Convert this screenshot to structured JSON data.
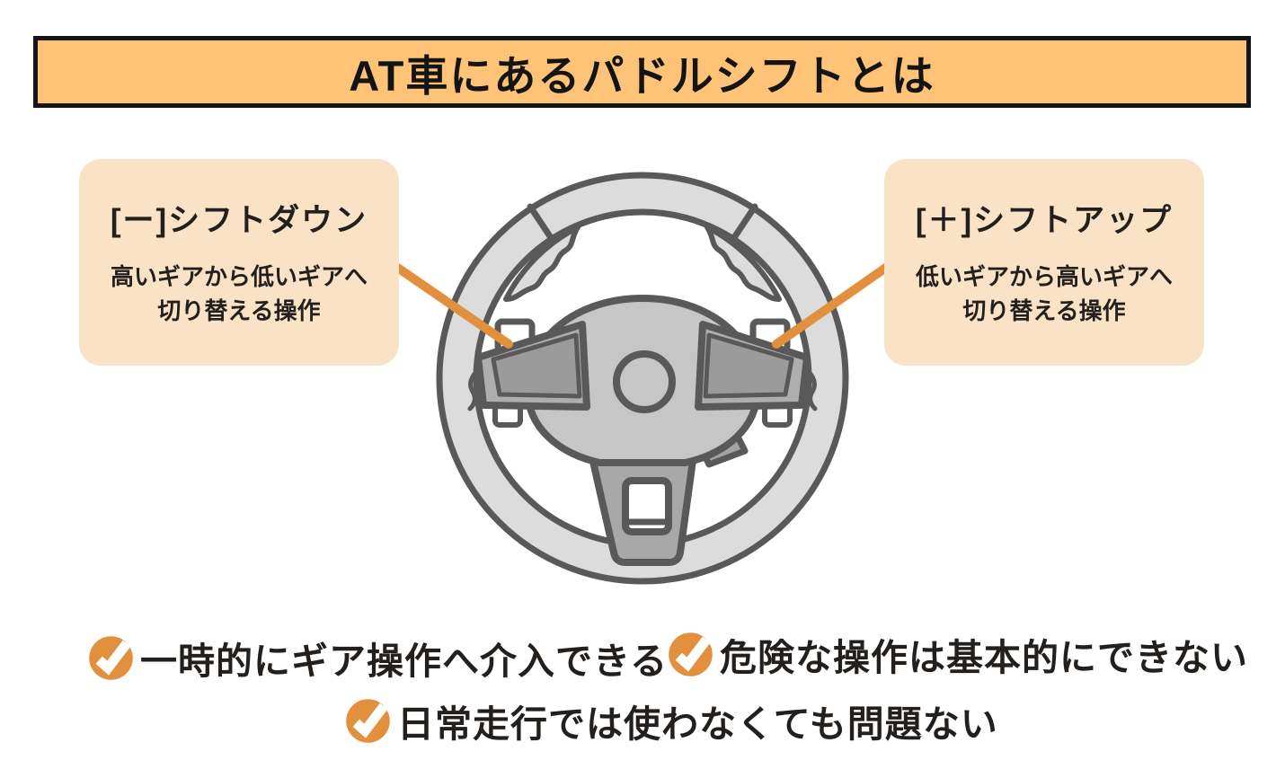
{
  "title": "AT車にあるパドルシフトとは",
  "callouts": {
    "left": {
      "heading": "[ー]シフトダウン",
      "body_line1": "高いギアから低いギアへ",
      "body_line2": "切り替える操作"
    },
    "right": {
      "heading": "[＋]シフトアップ",
      "body_line1": "低いギアから高いギアへ",
      "body_line2": "切り替える操作"
    }
  },
  "notes": [
    {
      "text": "一時的にギア操作へ介入できる"
    },
    {
      "text": "危険な操作は基本的にできない"
    },
    {
      "text": "日常走行では使わなくても問題ない"
    }
  ],
  "illustration": {
    "subject": "steering-wheel-with-paddle-shifters",
    "pointers": "orange lines from each callout to the paddle behind the wheel"
  },
  "colors": {
    "banner_bg": "#fec377",
    "callout_bg": "#fae2c6",
    "accent_orange": "#e2903e",
    "outline_gray": "#595959",
    "rim_gray": "#dcdcdc",
    "hub_gray": "#c6c6c6",
    "spoke_gray": "#a8a8a8",
    "text_black": "#221f1c"
  }
}
